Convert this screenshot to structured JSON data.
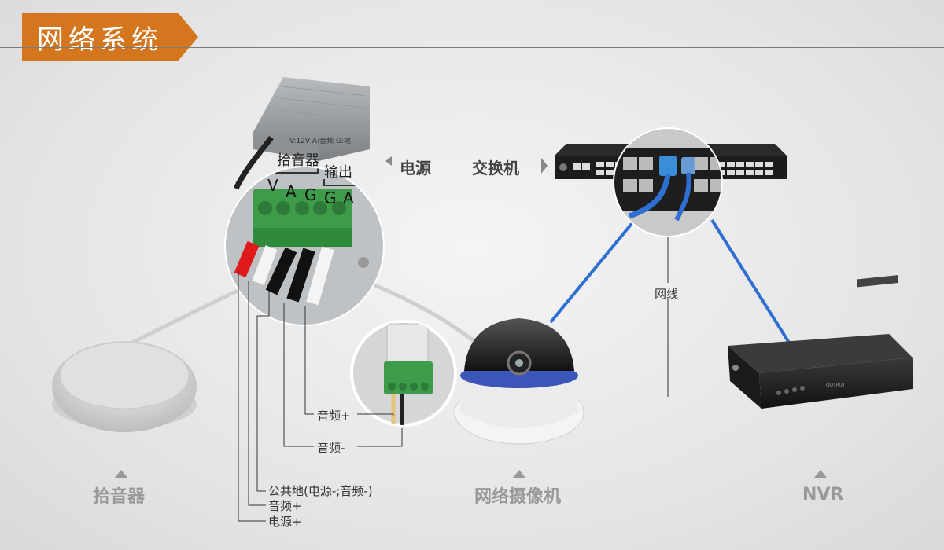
{
  "header": {
    "title": "网络系统"
  },
  "labels": {
    "power": "电源",
    "switch": "交换机",
    "network_cable": "网线",
    "pickup_bottom": "拾音器",
    "camera_bottom": "网络摄像机",
    "nvr_bottom": "NVR",
    "audio_plus_small": "音频+",
    "audio_minus_small": "音频-",
    "common_ground": "公共地(电源-;音频-)",
    "audio_plus": "音频+",
    "power_plus": "电源+"
  },
  "terminal": {
    "group1": "拾音器",
    "group2": "输出",
    "pins": [
      "V",
      "A",
      "G",
      "G",
      "A"
    ]
  },
  "power_box_text": "V:12V A:音频 G:地",
  "nvr_display": "OUTPUT",
  "colors": {
    "accent": "#d4761d",
    "cable_blue": "#2f6fd1",
    "terminal_green": "#3d9b4a",
    "wire_red": "#e01a1a"
  }
}
